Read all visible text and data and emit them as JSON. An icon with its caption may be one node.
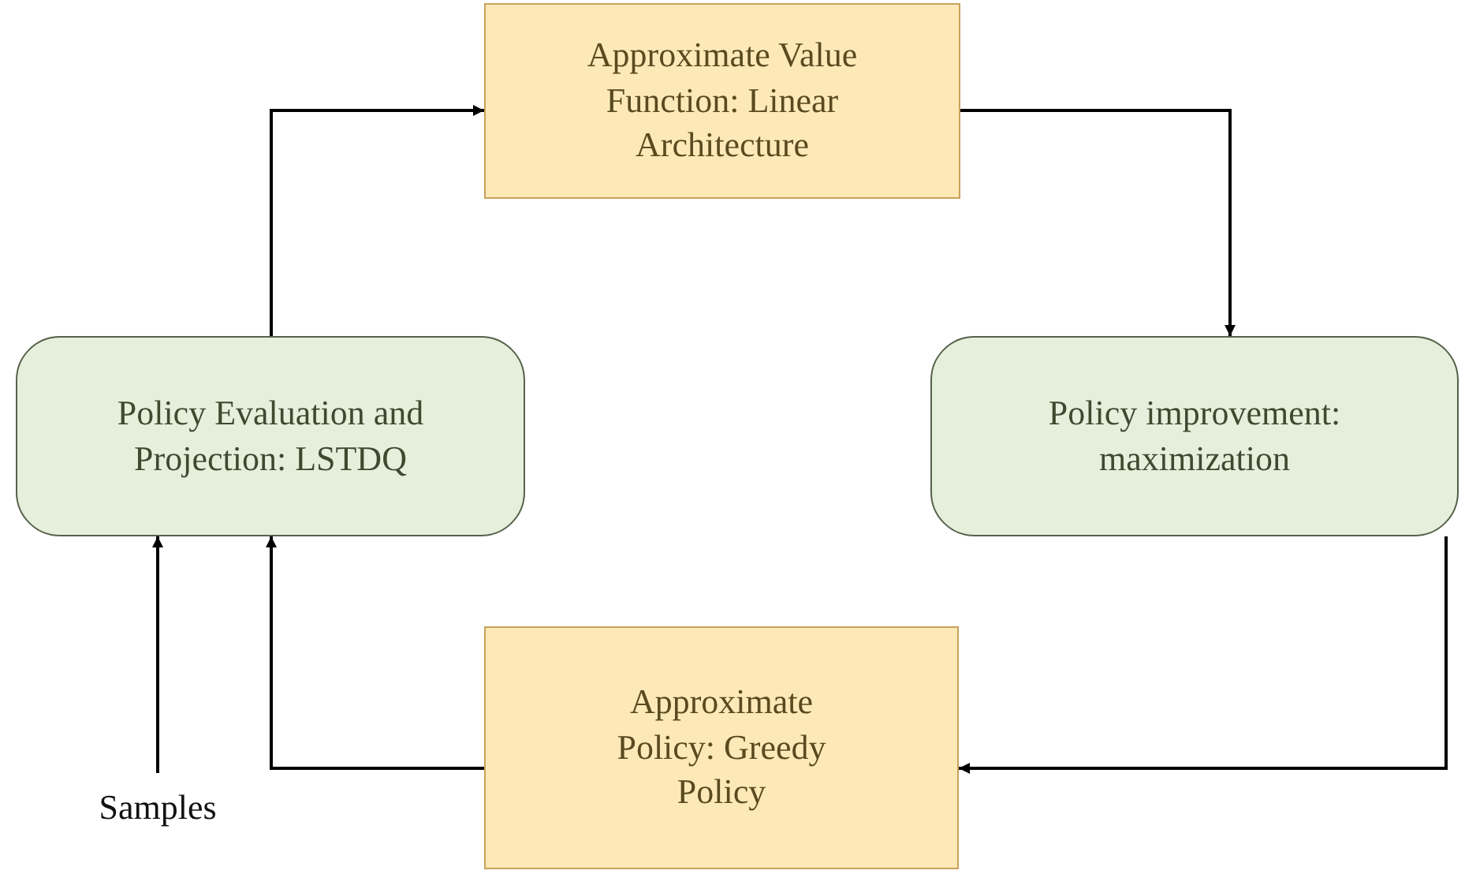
{
  "diagram": {
    "nodes": [
      {
        "text": [
          "Approximate Value Function: Linear Architecture"
        ]
      },
      {
        "text": [
          "Policy improvement: maximization"
        ]
      },
      {
        "text": [
          "Approximate Policy: Greedy Policy"
        ]
      },
      {
        "text": [
          "Policy Evaluation and Projection: LSTDQ"
        ]
      },
      {
        "text": [
          "Samples"
        ]
      }
    ],
    "edges": [
      {
        "from": 3,
        "to": 0,
        "arrow": "to"
      },
      {
        "from": 0,
        "to": 1,
        "arrow": "to"
      },
      {
        "from": 1,
        "to": 2,
        "arrow": "to"
      },
      {
        "from": 2,
        "to": 3,
        "arrow": "to"
      },
      {
        "from": 4,
        "to": 3,
        "arrow": "to"
      }
    ]
  }
}
